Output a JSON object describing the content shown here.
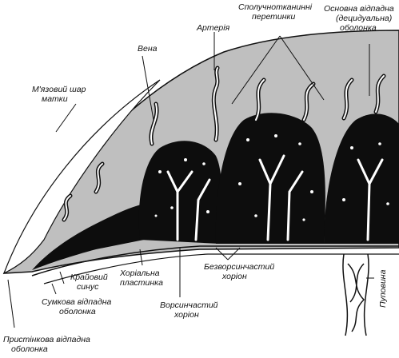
{
  "labels": {
    "myometrium": [
      "М'язовий шар",
      "матки"
    ],
    "vein": [
      "Вена"
    ],
    "artery": [
      "Артерія"
    ],
    "septa": [
      "Сполучнотканинні",
      "перетинки"
    ],
    "decidua_basalis": [
      "Основна відпадна",
      "(децидуальна)",
      "оболонка"
    ],
    "marginal_sinus": [
      "Крайовий",
      "синус"
    ],
    "chorionic_plate": [
      "Хоріальна",
      "пластинка"
    ],
    "smooth_chorion": [
      "Безворсинчастий",
      "хоріон"
    ],
    "capsular_decidua": [
      "Сумкова відпадна",
      "оболонка"
    ],
    "villous_chorion": [
      "Ворсинчастий",
      "хоріон"
    ],
    "parietal_decidua": [
      "Пристінкова відпадна",
      "оболонка"
    ],
    "umbilical_cord": [
      "Пуповина"
    ]
  },
  "colors": {
    "background": "#ffffff",
    "myometrium_fill": "#bfbfbf",
    "villi": "#0d0d0d",
    "outline": "#111111"
  }
}
